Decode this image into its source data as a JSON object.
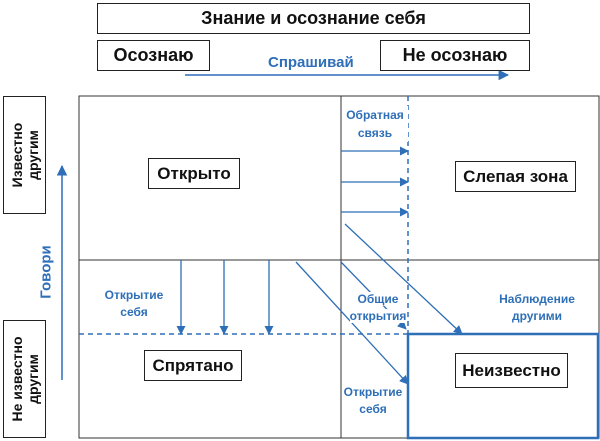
{
  "header": {
    "title": "Знание и осознание себя",
    "aware": "Осознаю",
    "unaware": "Не осознаю",
    "ask": "Спрашивай"
  },
  "side": {
    "known_line1": "Известно",
    "known_line2": "другим",
    "unknown_line1": "Не известно",
    "unknown_line2": "другим",
    "tell": "Говори"
  },
  "quadrants": {
    "open": "Открыто",
    "blind": "Слепая зона",
    "hidden": "Спрятано",
    "unknown": "Неизвестно"
  },
  "annotations": {
    "feedback_line1": "Обратная",
    "feedback_line2": "связь",
    "self_disclosure_line1": "Открытие",
    "self_disclosure_line2": "себя",
    "shared_line1": "Общие",
    "shared_line2": "открытия",
    "self_disclosure2_line1": "Открытие",
    "self_disclosure2_line2": "себя",
    "observation_line1": "Наблюдение",
    "observation_line2": "другими"
  },
  "colors": {
    "accent": "#2e6fb7",
    "line": "#333333",
    "text": "#111111"
  }
}
